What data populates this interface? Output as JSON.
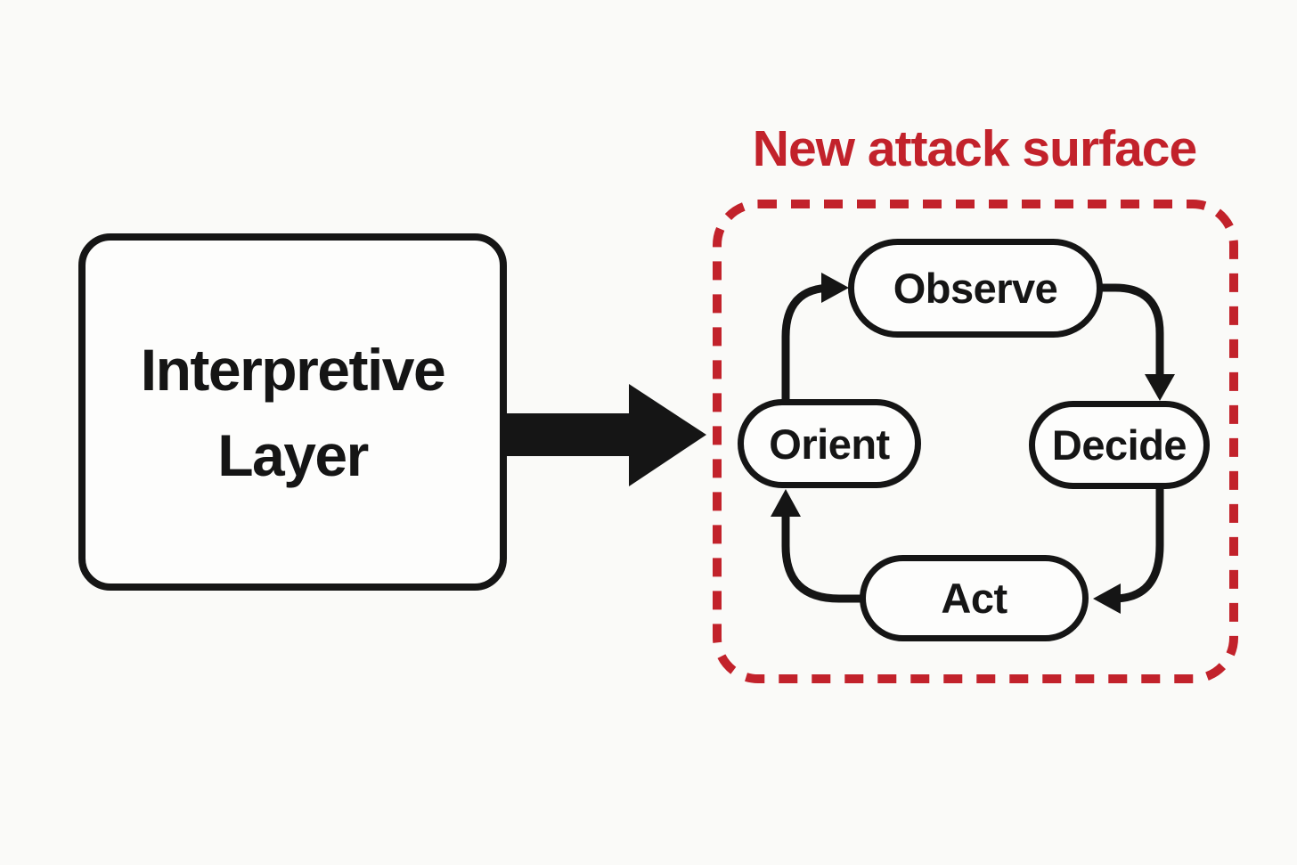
{
  "canvas": {
    "background": "#fafaf8"
  },
  "colors": {
    "accent_red": "#c2222b",
    "ink": "#151515"
  },
  "interpretive_box": {
    "label": "Interpretive Layer"
  },
  "attack_surface": {
    "title": "New attack surface",
    "loop": {
      "nodes": [
        {
          "id": "observe",
          "label": "Observe"
        },
        {
          "id": "orient",
          "label": "Orient"
        },
        {
          "id": "decide",
          "label": "Decide"
        },
        {
          "id": "act",
          "label": "Act"
        }
      ],
      "edges": [
        {
          "from": "orient",
          "to": "observe"
        },
        {
          "from": "observe",
          "to": "decide"
        },
        {
          "from": "decide",
          "to": "act"
        },
        {
          "from": "act",
          "to": "orient"
        }
      ]
    }
  }
}
